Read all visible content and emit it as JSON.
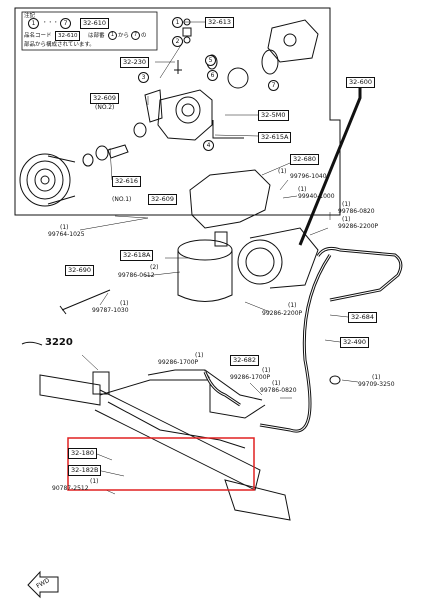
{
  "note": {
    "header": "注記",
    "range_start": "1",
    "range_end": "7",
    "range_dots": "・・・",
    "range_code": "32-610",
    "line2_prefix": "品名コード",
    "line2_code": "32-610",
    "line2_mid": "は部番",
    "line2_c1": "1",
    "line2_kara": "から",
    "line2_c2": "7",
    "line2_suffix": "の",
    "line3": "部品から構成されています。"
  },
  "circled_numbers": [
    "1",
    "2",
    "3",
    "4",
    "5",
    "6",
    "7"
  ],
  "labels": {
    "l_613": "32-613",
    "l_230": "32-230",
    "l_609a": "32-609",
    "l_no2": "(NO.2)",
    "l_5m0": "32-5M0",
    "l_615a": "32-615A",
    "l_616": "32-616",
    "l_600": "32-600",
    "l_680": "32-680",
    "l_no1": "(NO.1)",
    "l_609b": "32-609",
    "l_618a": "32-618A",
    "l_690": "32-690",
    "l_684": "32-684",
    "l_490": "32-490",
    "l_682": "32-682",
    "l_180": "32-180",
    "l_182b": "32-182B",
    "l_3220": "3220",
    "fwd": "FWD"
  },
  "part_numbers": {
    "p1": "99796-1040",
    "p2": "99940-1000",
    "p3": "99786-0820",
    "p4": "99286-2200P",
    "p5": "99764-1025",
    "p6": "99786-0612",
    "p7": "99787-1030",
    "p8": "99286-2200P",
    "p9": "99286-1700P",
    "p10": "99286-1700P",
    "p11": "99786-0820",
    "p12": "99709-3250",
    "p13": "90787-2512"
  },
  "qty": "(1)",
  "qty2": "(2)",
  "colors": {
    "line": "#111111",
    "highlight": "#e02020"
  }
}
